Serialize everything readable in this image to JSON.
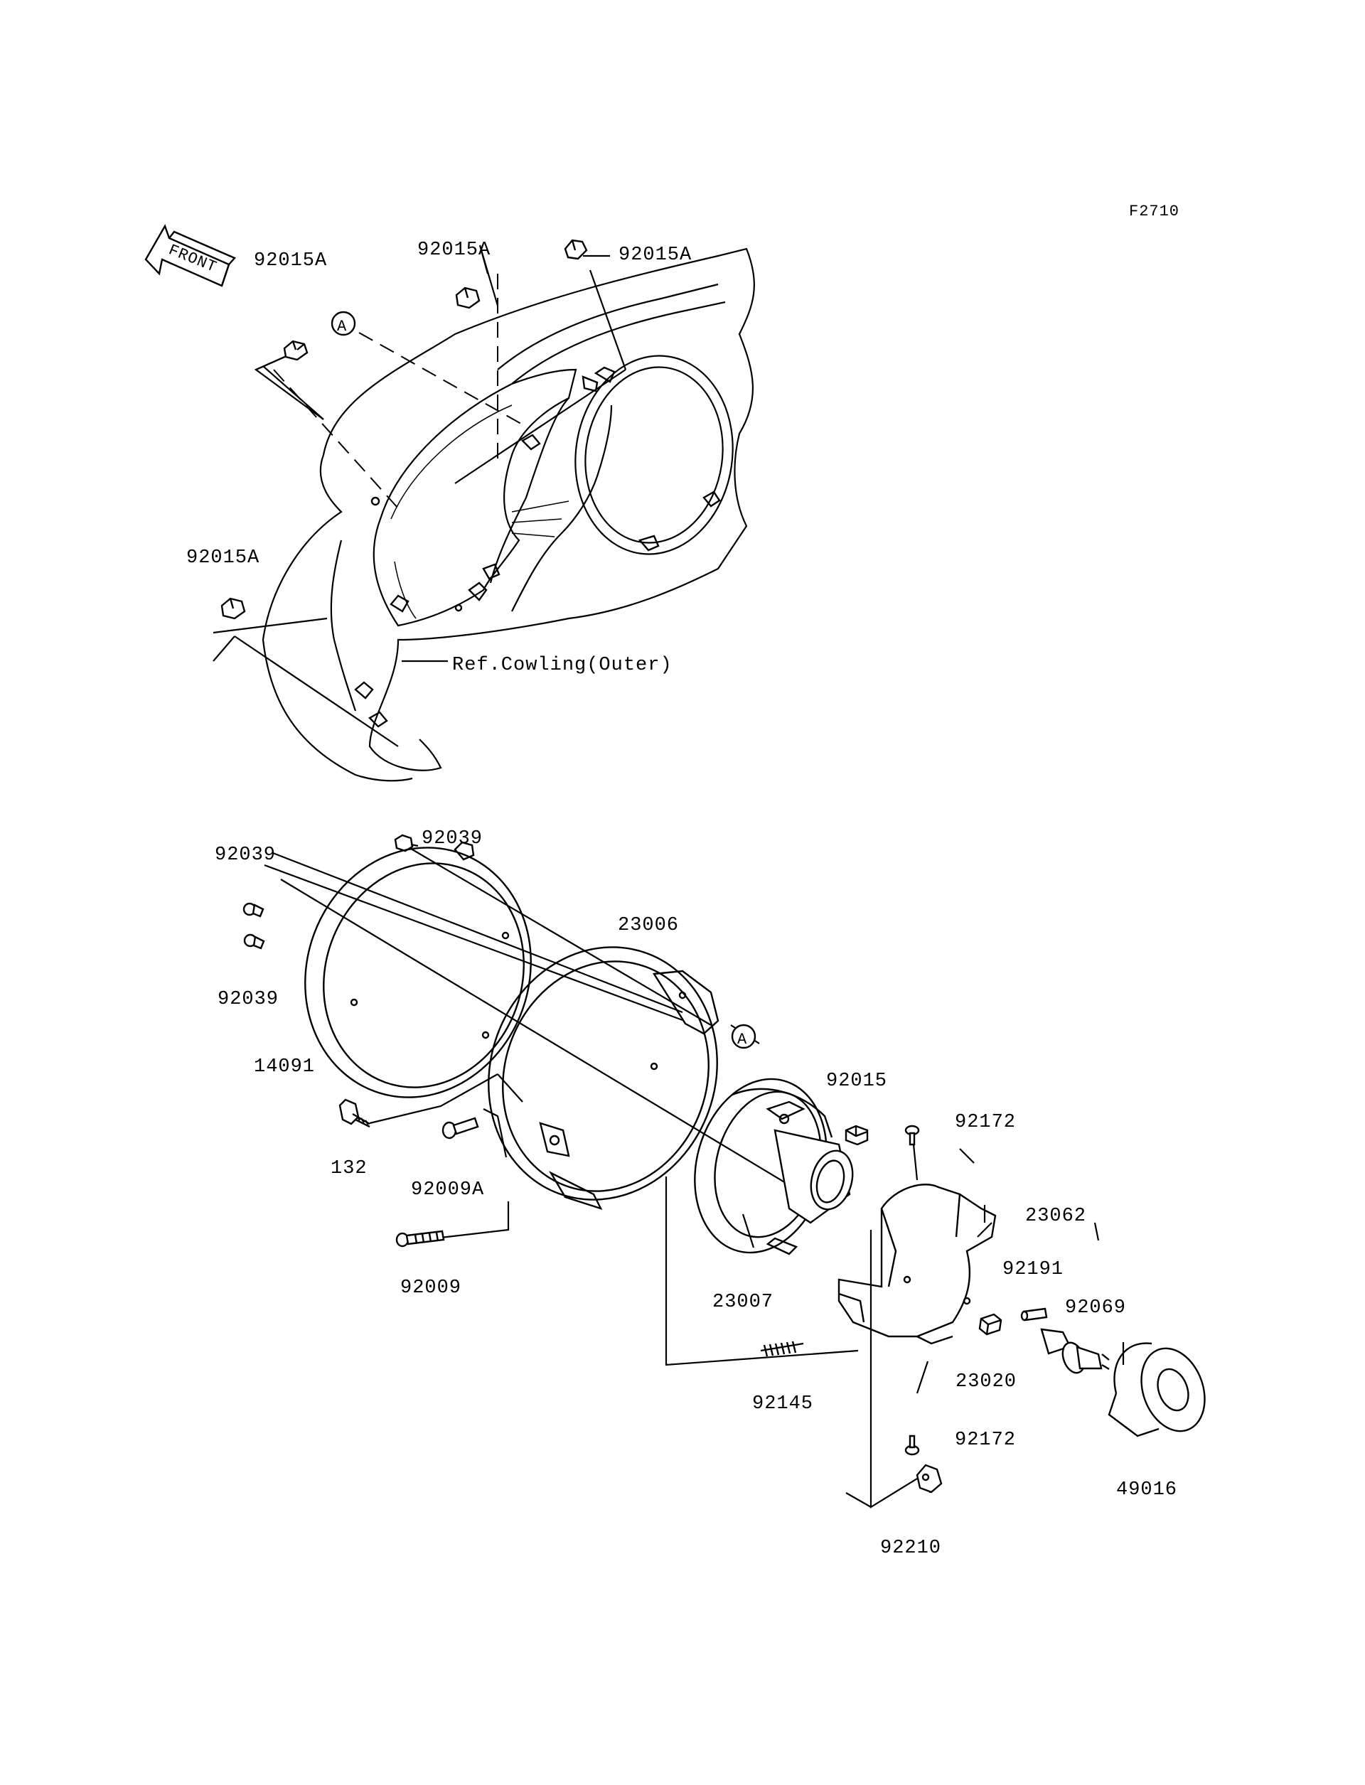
{
  "diagram_code": "F2710",
  "front_marker": "FRONT",
  "ref_marker": "A",
  "ref_note": "Ref.Cowling(Outer)",
  "labels": {
    "clip_top_left": "92015A",
    "clip_top_mid": "92015A",
    "clip_top_right": "92015A",
    "clip_left": "92015A",
    "screw_top": "92039",
    "screw_left_top": "92039",
    "screw_left_bottom": "92039",
    "bracket": "23006",
    "rim": "14091",
    "bolt_132": "132",
    "bolt_92009A": "92009A",
    "bolt_92009": "92009",
    "housing": "23007",
    "nut": "92015",
    "screw_92172_top": "92172",
    "cover_bracket": "23062",
    "pin": "92191",
    "bulb": "92069",
    "clamp": "23020",
    "spring": "92145",
    "screw_92172_bottom": "92172",
    "boot": "49016",
    "plate": "92210"
  }
}
